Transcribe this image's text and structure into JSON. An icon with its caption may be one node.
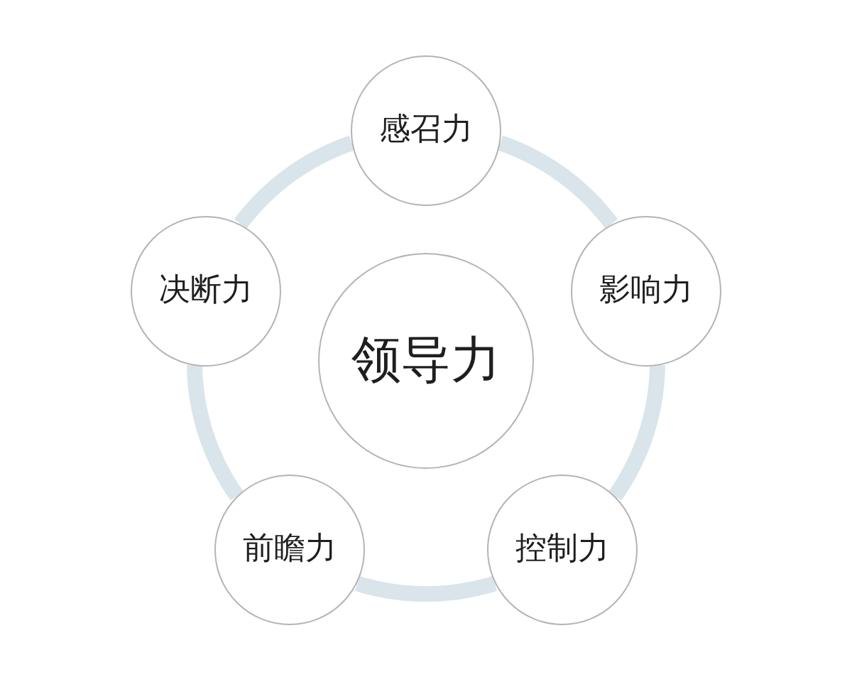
{
  "diagram": {
    "nodes": [
      {
        "text": [
          "感召力"
        ]
      },
      {
        "text": [
          "决断力"
        ]
      },
      {
        "text": [
          "领导力"
        ]
      },
      {
        "text": [
          "影响力"
        ]
      },
      {
        "text": [
          "前瞻力"
        ]
      },
      {
        "text": [
          "控制力"
        ]
      }
    ],
    "edges": [
      {
        "from": 0,
        "to": 3,
        "arrow": "none"
      },
      {
        "from": 3,
        "to": 5,
        "arrow": "none"
      },
      {
        "from": 5,
        "to": 4,
        "arrow": "none"
      },
      {
        "from": 4,
        "to": 1,
        "arrow": "none"
      },
      {
        "from": 1,
        "to": 0,
        "arrow": "none"
      }
    ]
  }
}
